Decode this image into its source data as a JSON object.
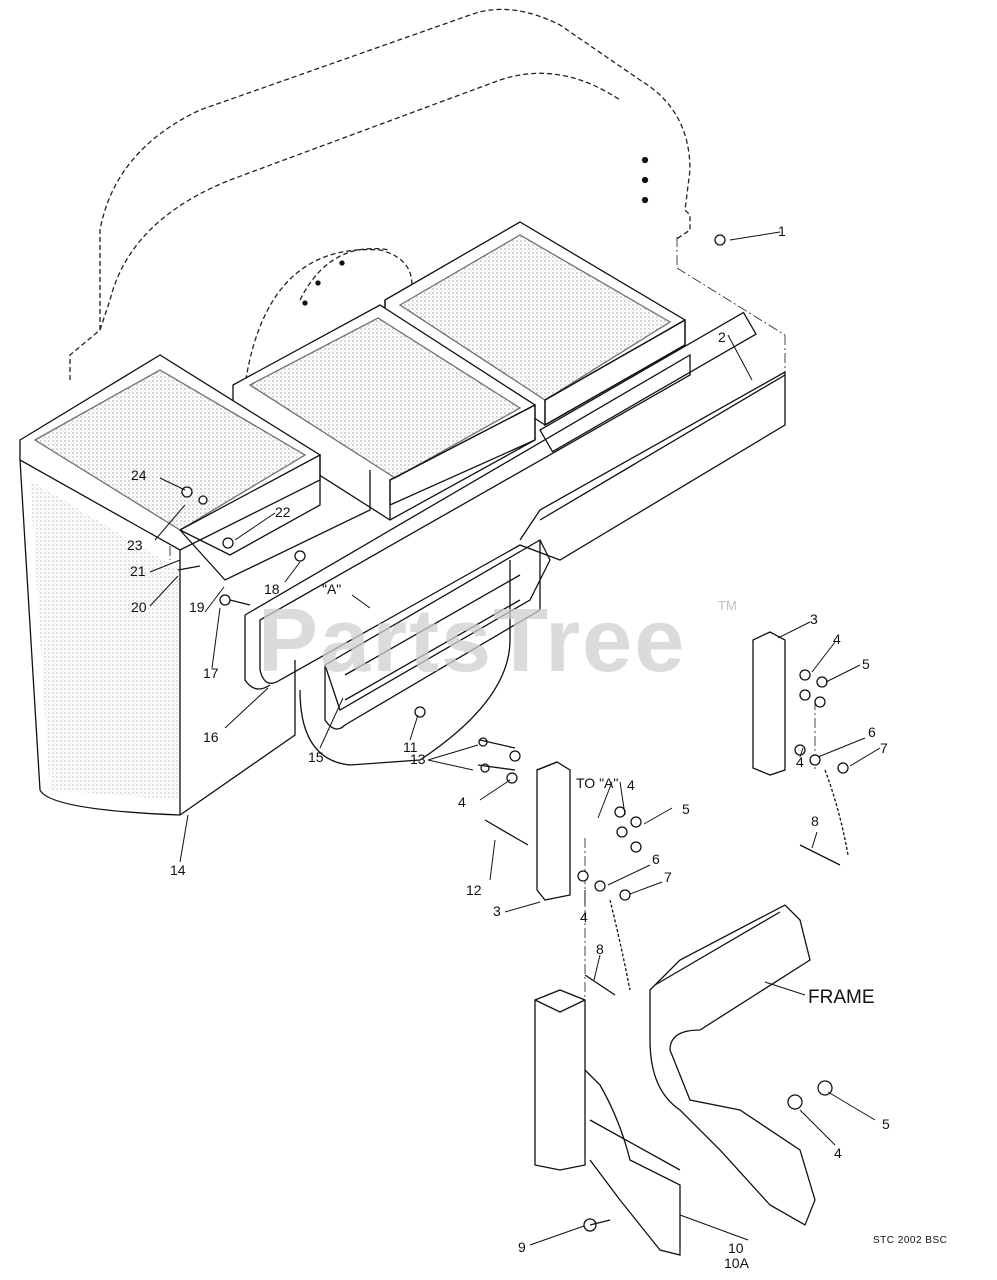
{
  "labels": {
    "n1": "1",
    "n2": "2",
    "n3a": "3",
    "n3b": "3",
    "n4a": "4",
    "n4b": "4",
    "n4c": "4",
    "n4d": "4",
    "n4e": "4",
    "n4f": "4",
    "n5a": "5",
    "n5b": "5",
    "n5c": "5",
    "n6a": "6",
    "n6b": "6",
    "n7a": "7",
    "n7b": "7",
    "n8a": "8",
    "n8b": "8",
    "n9": "9",
    "n10": "10",
    "n10a": "10A",
    "n11": "11",
    "n12": "12",
    "n13": "13",
    "n14": "14",
    "n15": "15",
    "n16": "16",
    "n17": "17",
    "n18": "18",
    "n19": "19",
    "n20": "20",
    "n21": "21",
    "n22": "22",
    "n23": "23",
    "n24": "24",
    "ref_a": "\"A\"",
    "to_a": "TO \"A\"",
    "frame": "FRAME"
  },
  "watermark": {
    "text": "PartsTree",
    "tm": "TM"
  },
  "code": "STC 2002 BSC"
}
